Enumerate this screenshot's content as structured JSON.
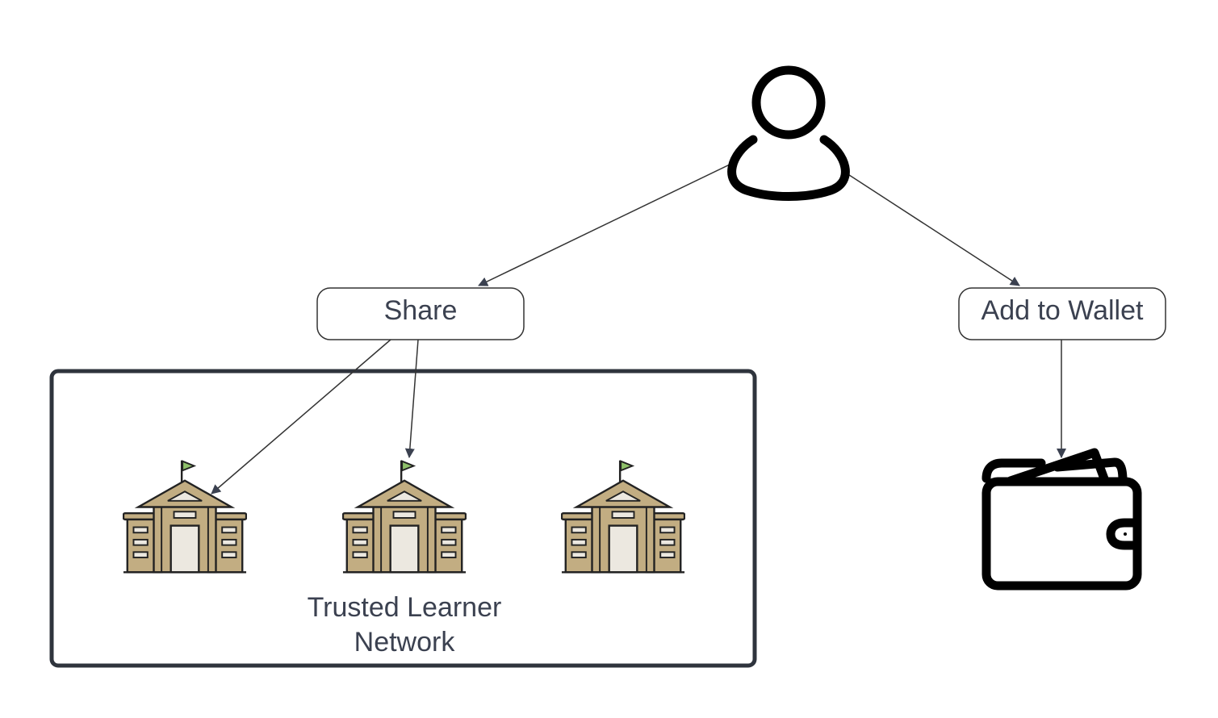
{
  "nodes": {
    "share_label": "Share",
    "wallet_label": "Add to Wallet"
  },
  "group": {
    "label_line1": "Trusted Learner",
    "label_line2": "Network"
  },
  "icons": {
    "user": "user-icon",
    "school": "school-building-icon",
    "wallet": "wallet-icon"
  },
  "colors": {
    "stroke": "#333333",
    "text": "#3b4150",
    "building_fill": "#c2ad82",
    "building_light": "#ece8e0",
    "flag": "#8fc16a",
    "frame": "#2f343d"
  }
}
